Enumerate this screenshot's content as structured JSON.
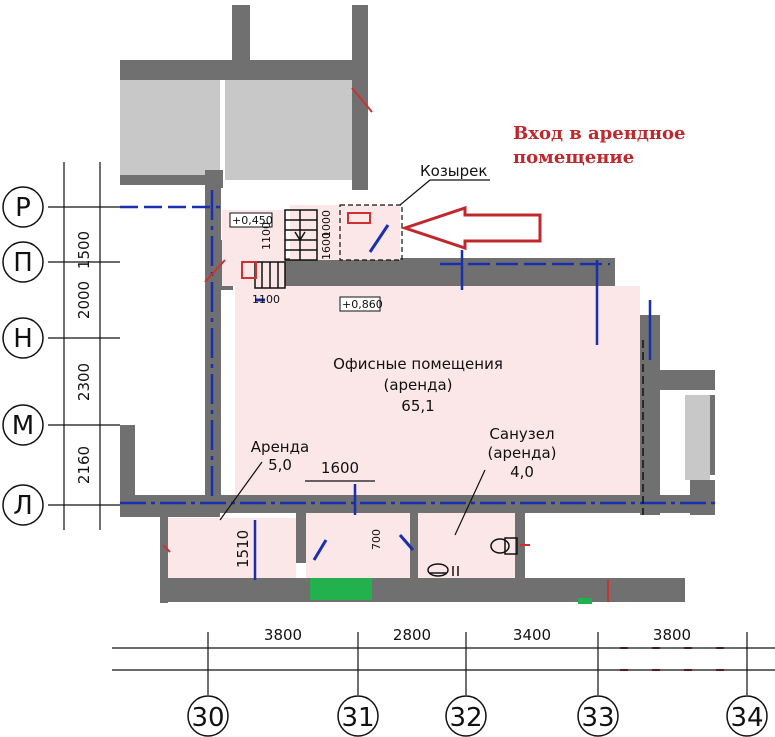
{
  "annotation": {
    "line1": "Вход в арендное",
    "line2": "помещение",
    "canopy_label": "Козырек",
    "color": "#c0282d"
  },
  "levels": {
    "top": "+0,450",
    "bottom": "+0,860"
  },
  "small_dims": {
    "stair_1100_vertical": "1100",
    "stair_1100_horizontal": "1100",
    "door_1600": "1600",
    "door_1000": "1000"
  },
  "rooms": {
    "office": {
      "name1": "Офисные помещения",
      "name2": "(аренда)",
      "area": "65,1"
    },
    "rent": {
      "name": "Аренда",
      "area": "5,0"
    },
    "wc": {
      "name1": "Санузел",
      "name2": "(аренда)",
      "area": "4,0"
    }
  },
  "inner_dims": {
    "width_1600": "1600",
    "height_1510": "1510",
    "door_700": "700"
  },
  "row_axes": [
    {
      "label": "Р"
    },
    {
      "label": "П"
    },
    {
      "label": "Н"
    },
    {
      "label": "М"
    },
    {
      "label": "Л"
    }
  ],
  "row_dims": [
    "1500",
    "2000",
    "2300",
    "2160"
  ],
  "col_axes": [
    {
      "label": "30"
    },
    {
      "label": "31"
    },
    {
      "label": "32"
    },
    {
      "label": "33"
    },
    {
      "label": "34"
    }
  ],
  "col_dims": [
    "3800",
    "2800",
    "3400",
    "3800"
  ],
  "colors": {
    "wall": "#707070",
    "room_fill": "#fbe6e8",
    "axis_line": "#1a2fb0",
    "arrow": "#c0282d",
    "green_marker": "#22b14c"
  }
}
